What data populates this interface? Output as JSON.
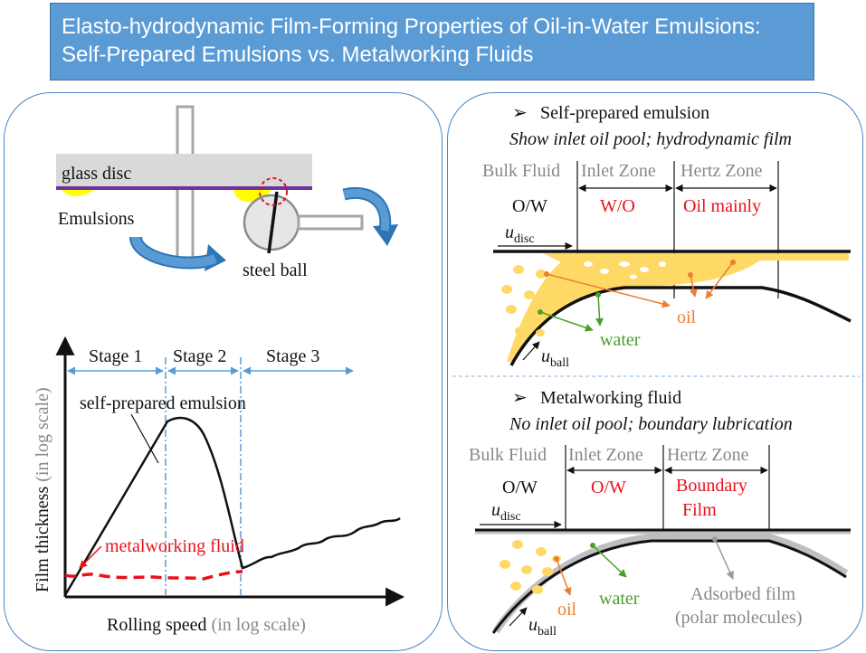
{
  "title": {
    "line1": "Elasto-hydrodynamic Film-Forming Properties of Oil-in-Water Emulsions:",
    "line2": "Self-Prepared Emulsions vs. Metalworking Fluids"
  },
  "apparatus": {
    "disc_label": "glass disc",
    "emulsion_label": "Emulsions",
    "ball_label": "steel ball"
  },
  "chart_data": {
    "type": "line",
    "xlabel_main": "Rolling speed",
    "xlabel_note": "(in log scale)",
    "ylabel_main": "Film thickness",
    "ylabel_note": "(in log scale)",
    "stages": [
      "Stage 1",
      "Stage 2",
      "Stage 3"
    ],
    "series": [
      {
        "name": "self-prepared emulsion",
        "color": "#000000",
        "style": "solid"
      },
      {
        "name": "metalworking fluid",
        "color": "#e8111c",
        "style": "dashed"
      }
    ]
  },
  "self_prepared": {
    "heading": "Self-prepared emulsion",
    "subheading": "Show inlet oil pool; hydrodynamic film",
    "zones": [
      "Bulk Fluid",
      "Inlet Zone",
      "Hertz Zone"
    ],
    "phases": [
      "O/W",
      "W/O",
      "Oil mainly"
    ],
    "u_disc": "u",
    "u_disc_sub": "disc",
    "u_ball": "u",
    "u_ball_sub": "ball",
    "oil_label": "oil",
    "water_label": "water"
  },
  "metalworking": {
    "heading": "Metalworking fluid",
    "subheading": "No inlet oil pool; boundary lubrication",
    "zones": [
      "Bulk Fluid",
      "Inlet Zone",
      "Hertz Zone"
    ],
    "phases": [
      "O/W",
      "O/W",
      "Boundary",
      "Film"
    ],
    "u_disc": "u",
    "u_disc_sub": "disc",
    "u_ball": "u",
    "u_ball_sub": "ball",
    "oil_label": "oil",
    "water_label": "water",
    "adsorbed_label": "Adsorbed film",
    "polar_label": "(polar molecules)"
  },
  "colors": {
    "title_bg": "#5b9bd5",
    "panel_border": "#4a86c5",
    "oil": "#ffd966",
    "disc": "#d9d9d9",
    "disc_line": "#7030a0",
    "arrow_blue": "#2e75b6",
    "red": "#e8111c",
    "orange": "#ed7d31",
    "green": "#4aa02c",
    "gray": "#888888"
  }
}
